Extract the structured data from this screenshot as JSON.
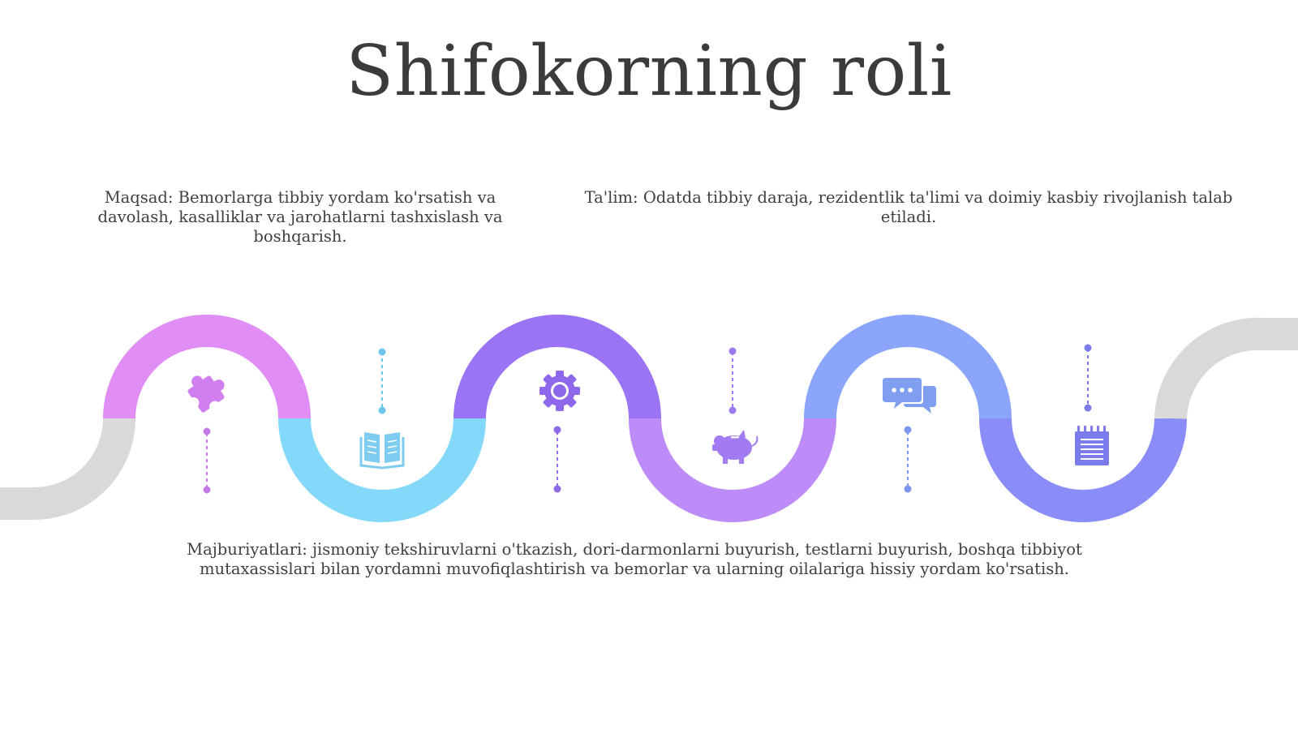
{
  "slide": {
    "title": "Shifokorning roli",
    "purpose_text": "Maqsad: Bemorlarga tibbiy yordam ko'rsatish va davolash, kasalliklar va jarohatlarni tashxislash va boshqarish.",
    "education_text": "Ta'lim: Odatda tibbiy daraja, rezidentlik ta'limi va doimiy kasbiy rivojlanish talab etiladi.",
    "duties_text": "Majburiyatlari: jismoniy tekshiruvlarni o'tkazish, dori-darmonlarni buyurish, testlarni buyurish, boshqa tibbiyot mutaxassislari bilan yordamni muvofiqlashtirish va bemorlar va ularning oilalariga hissiy yordam ko'rsatish."
  },
  "timeline": {
    "icons": [
      "puzzle-icon",
      "book-icon",
      "gear-icon",
      "piggy-bank-icon",
      "chat-icon",
      "notepad-icon"
    ],
    "colors": {
      "gray": "#d9d9d9",
      "pink_purple": "#e08ef5",
      "light_blue": "#84d9fb",
      "violet": "#9b73f5",
      "lavender": "#bd8cf8",
      "periwinkle": "#8aa5fb",
      "blue_violet": "#8a8cf7",
      "icon": "#9c6ef2"
    }
  }
}
